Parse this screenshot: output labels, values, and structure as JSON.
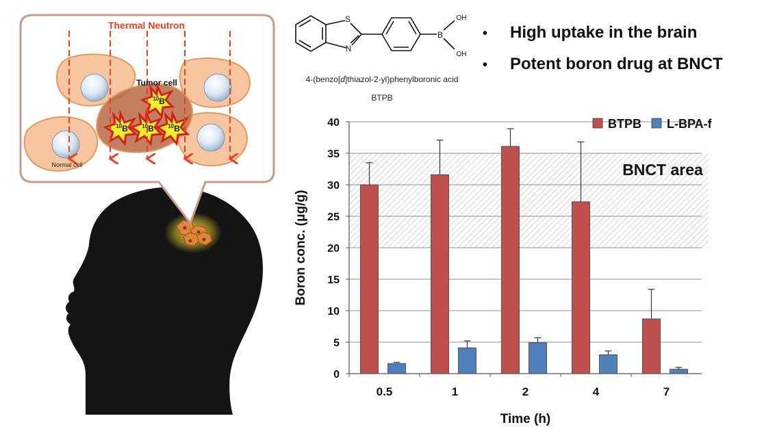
{
  "illustration": {
    "beam_label": "Thermal Neutron",
    "tumor_label": "Tumor cell",
    "normal_label": "Normal cell",
    "isotope_label": "10B",
    "isotope_mass": "10",
    "isotope_symbol": "B"
  },
  "compound": {
    "name_prefix": "4-(benzo[",
    "name_italic": "d",
    "name_suffix": "]thiazol-2-yl)phenylboronic acid",
    "abbreviation": "BTPB",
    "atoms": {
      "s": "S",
      "n": "N",
      "b": "B",
      "oh1": "OH",
      "oh2": "OH"
    }
  },
  "bullets": [
    "High uptake in the brain",
    "Potent boron drug at BNCT"
  ],
  "colors": {
    "btpb": "#c0504d",
    "lbpa": "#4f81bd",
    "beam": "#e8401c",
    "cell": "#f5b88a",
    "tumor": "#b86a45",
    "head": "#141414",
    "glow": "#f2e23a"
  },
  "chart_data": {
    "type": "bar",
    "categories": [
      "0.5",
      "1",
      "2",
      "4",
      "7"
    ],
    "series": [
      {
        "name": "BTPB",
        "color": "#c0504d",
        "values": [
          30.0,
          31.6,
          36.1,
          27.3,
          8.7
        ],
        "errors": [
          3.5,
          5.5,
          2.8,
          9.5,
          4.7
        ]
      },
      {
        "name": "L-BPA-f",
        "color": "#4f81bd",
        "values": [
          1.6,
          4.1,
          4.9,
          3.0,
          0.7
        ],
        "errors": [
          0.2,
          1.1,
          0.8,
          0.6,
          0.3
        ]
      }
    ],
    "xlabel": "Time (h)",
    "ylabel": "Boron conc. (μg/g)",
    "ylim": [
      0,
      40
    ],
    "yticks": [
      0,
      5,
      10,
      15,
      20,
      25,
      30,
      35,
      40
    ],
    "grid": true,
    "legend": "top-right",
    "band": {
      "label": "BNCT area",
      "from": 20,
      "to": 35
    }
  }
}
